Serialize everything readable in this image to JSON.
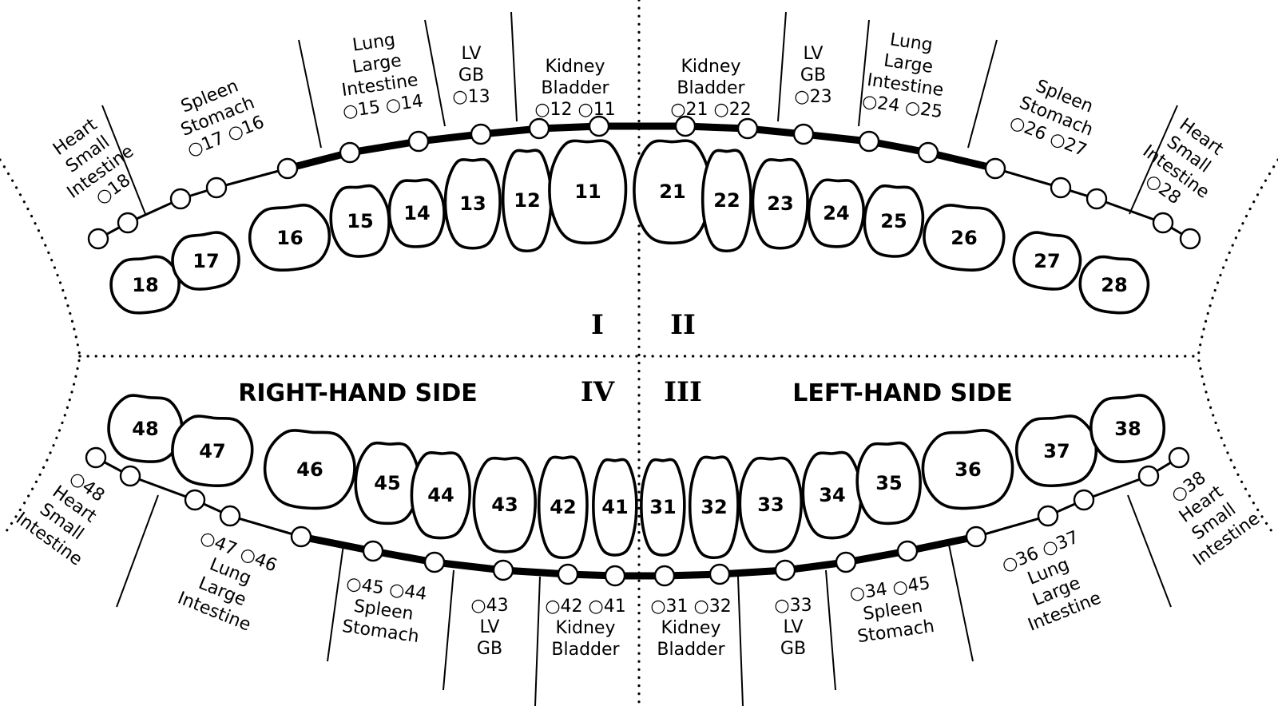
{
  "quadrants": {
    "q1": "I",
    "q2": "II",
    "q3": "III",
    "q4": "IV"
  },
  "sides": {
    "right": "RIGHT-HAND SIDE",
    "left": "LEFT-HAND SIDE"
  },
  "upper_teeth": [
    "18",
    "17",
    "16",
    "15",
    "14",
    "13",
    "12",
    "11",
    "21",
    "22",
    "23",
    "24",
    "25",
    "26",
    "27",
    "28"
  ],
  "lower_teeth": [
    "48",
    "47",
    "46",
    "45",
    "44",
    "43",
    "42",
    "41",
    "31",
    "32",
    "33",
    "34",
    "35",
    "36",
    "37",
    "38"
  ],
  "upper_groups": [
    {
      "lines": [
        "Heart",
        "Small",
        "Intestine",
        "○18"
      ]
    },
    {
      "lines": [
        "Spleen",
        "Stomach",
        "○17 ○16"
      ]
    },
    {
      "lines": [
        "Lung",
        "Large",
        "Intestine",
        "○15 ○14"
      ]
    },
    {
      "lines": [
        "LV",
        "GB",
        "○13"
      ]
    },
    {
      "lines": [
        "Kidney",
        "Bladder",
        "○12 ○11"
      ]
    },
    {
      "lines": [
        "Kidney",
        "Bladder",
        "○21 ○22"
      ]
    },
    {
      "lines": [
        "LV",
        "GB",
        "○23"
      ]
    },
    {
      "lines": [
        "Lung",
        "Large",
        "Intestine",
        "○24 ○25"
      ]
    },
    {
      "lines": [
        "Spleen",
        "Stomach",
        "○26 ○27"
      ]
    },
    {
      "lines": [
        "Heart",
        "Small",
        "Intestine",
        "○28"
      ]
    }
  ],
  "lower_groups": [
    {
      "lines": [
        "○48",
        "Heart",
        "Small",
        "Intestine"
      ]
    },
    {
      "lines": [
        "○47 ○46",
        "Lung",
        "Large",
        "Intestine"
      ]
    },
    {
      "lines": [
        "○45 ○44",
        "Spleen",
        "Stomach"
      ]
    },
    {
      "lines": [
        "○43",
        "LV",
        "GB"
      ]
    },
    {
      "lines": [
        "○42 ○41",
        "Kidney",
        "Bladder"
      ]
    },
    {
      "lines": [
        "○31 ○32",
        "Kidney",
        "Bladder"
      ]
    },
    {
      "lines": [
        "○33",
        "LV",
        "GB"
      ]
    },
    {
      "lines": [
        "○34 ○45",
        "Spleen",
        "Stomach"
      ]
    },
    {
      "lines": [
        "○36 ○37",
        "Lung",
        "Large",
        "Intestine"
      ]
    },
    {
      "lines": [
        "○38",
        "Heart",
        "Small",
        "Intestine"
      ]
    }
  ]
}
